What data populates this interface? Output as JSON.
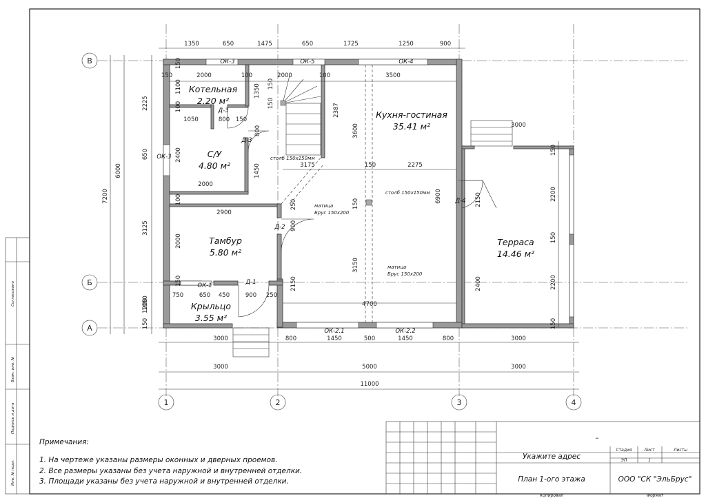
{
  "axes": {
    "letters": [
      "В",
      "Б",
      "А"
    ],
    "numbers": [
      "1",
      "2",
      "3",
      "4"
    ]
  },
  "rooms": {
    "boiler": {
      "name": "Котельная",
      "area": "2.20 м²"
    },
    "wc": {
      "name": "С/У",
      "area": "4.80 м²"
    },
    "kitchen": {
      "name": "Кухня-гостиная",
      "area": "35.41 м²"
    },
    "vestibule": {
      "name": "Тамбур",
      "area": "5.80 м²"
    },
    "terrace": {
      "name": "Терраса",
      "area": "14.46 м²"
    },
    "porch": {
      "name": "Крыльцо",
      "area": "3.55 м²"
    }
  },
  "openings": {
    "ok3_top": "ОК-3",
    "ok5": "ОК-5",
    "ok4": "ОК-4",
    "ok3_left": "ОК-3",
    "ok1": "ОК-1",
    "ok21": "ОК-2.1",
    "ok22": "ОК-2.2",
    "d3a": "Д-3",
    "d3b": "Д-3",
    "d2": "Д-2",
    "d1": "Д-1",
    "d4": "Д-4"
  },
  "notes_on_plan": {
    "post1": "столб 150х150мм",
    "post2": "столб 150х150мм",
    "beam1a": "матица",
    "beam1b": "Брус 150х200",
    "beam2a": "матица",
    "beam2b": "Брус 150х200"
  },
  "dims": {
    "top1": [
      "1350",
      "650",
      "1475",
      "650",
      "1725",
      "1250",
      "900"
    ],
    "top2": [
      "150",
      "2000",
      "100",
      "2000",
      "100",
      "3500"
    ],
    "left1": [
      "2225",
      "650",
      "3125",
      "1200"
    ],
    "left_total": [
      "6000",
      "7200"
    ],
    "left_inner": [
      "150",
      "1100",
      "100",
      "2400",
      "100",
      "2000",
      "150",
      "1050",
      "150"
    ],
    "bottom1": [
      "3000",
      "800",
      "1450",
      "500",
      "1450",
      "800",
      "3000"
    ],
    "bottom2": [
      "3000",
      "5000",
      "3000"
    ],
    "bottom_total": "11000",
    "misc": {
      "d1350": "1350",
      "d150a": "150",
      "d150b": "150",
      "d1050": "1050",
      "d800a": "800",
      "d800b": "800",
      "d2387": "2387",
      "d3600": "3600",
      "d3175": "3175",
      "d150c": "150",
      "d2275": "2275",
      "d1450": "1450",
      "d2000a": "2000",
      "d250a": "250",
      "d900a": "900",
      "d6900": "6900",
      "d150d": "150",
      "d3150": "3150",
      "d2150a": "2150",
      "d4700": "4700",
      "d2900": "2900",
      "d750": "750",
      "d650": "650",
      "d450": "450",
      "d900b": "900",
      "d250b": "250",
      "d150e": "150",
      "d3000t": "3000",
      "d2150b": "2150",
      "d2400": "2400",
      "d2200a": "2200",
      "d2200b": "2200",
      "d150f": "150",
      "d150g": "150",
      "d150h": "150"
    }
  },
  "notes": {
    "title": "Примечания:",
    "items": [
      "1. На чертеже указаны размеры оконных и дверных проемов.",
      "2. Все размеры указаны без учета наружной и внутренней отделки.",
      "3. Площади указаны без учета наружной и внутренней отделки."
    ]
  },
  "side_stamp": [
    "Инв. № подл.",
    "Подпись и дата",
    "Взам. инв. №",
    "Согласовано"
  ],
  "title_block": {
    "dash": "–",
    "address": "Укажите адрес",
    "sheet_title": "План 1-ого этажа",
    "company": "ООО \"СК \"ЭльБрус\"",
    "stage_label": "Стадия",
    "sheet_label": "Лист",
    "sheets_label": "Листы",
    "stage": "ЭП",
    "sheet": "1",
    "copied": "Копировал",
    "format": "Формат"
  }
}
